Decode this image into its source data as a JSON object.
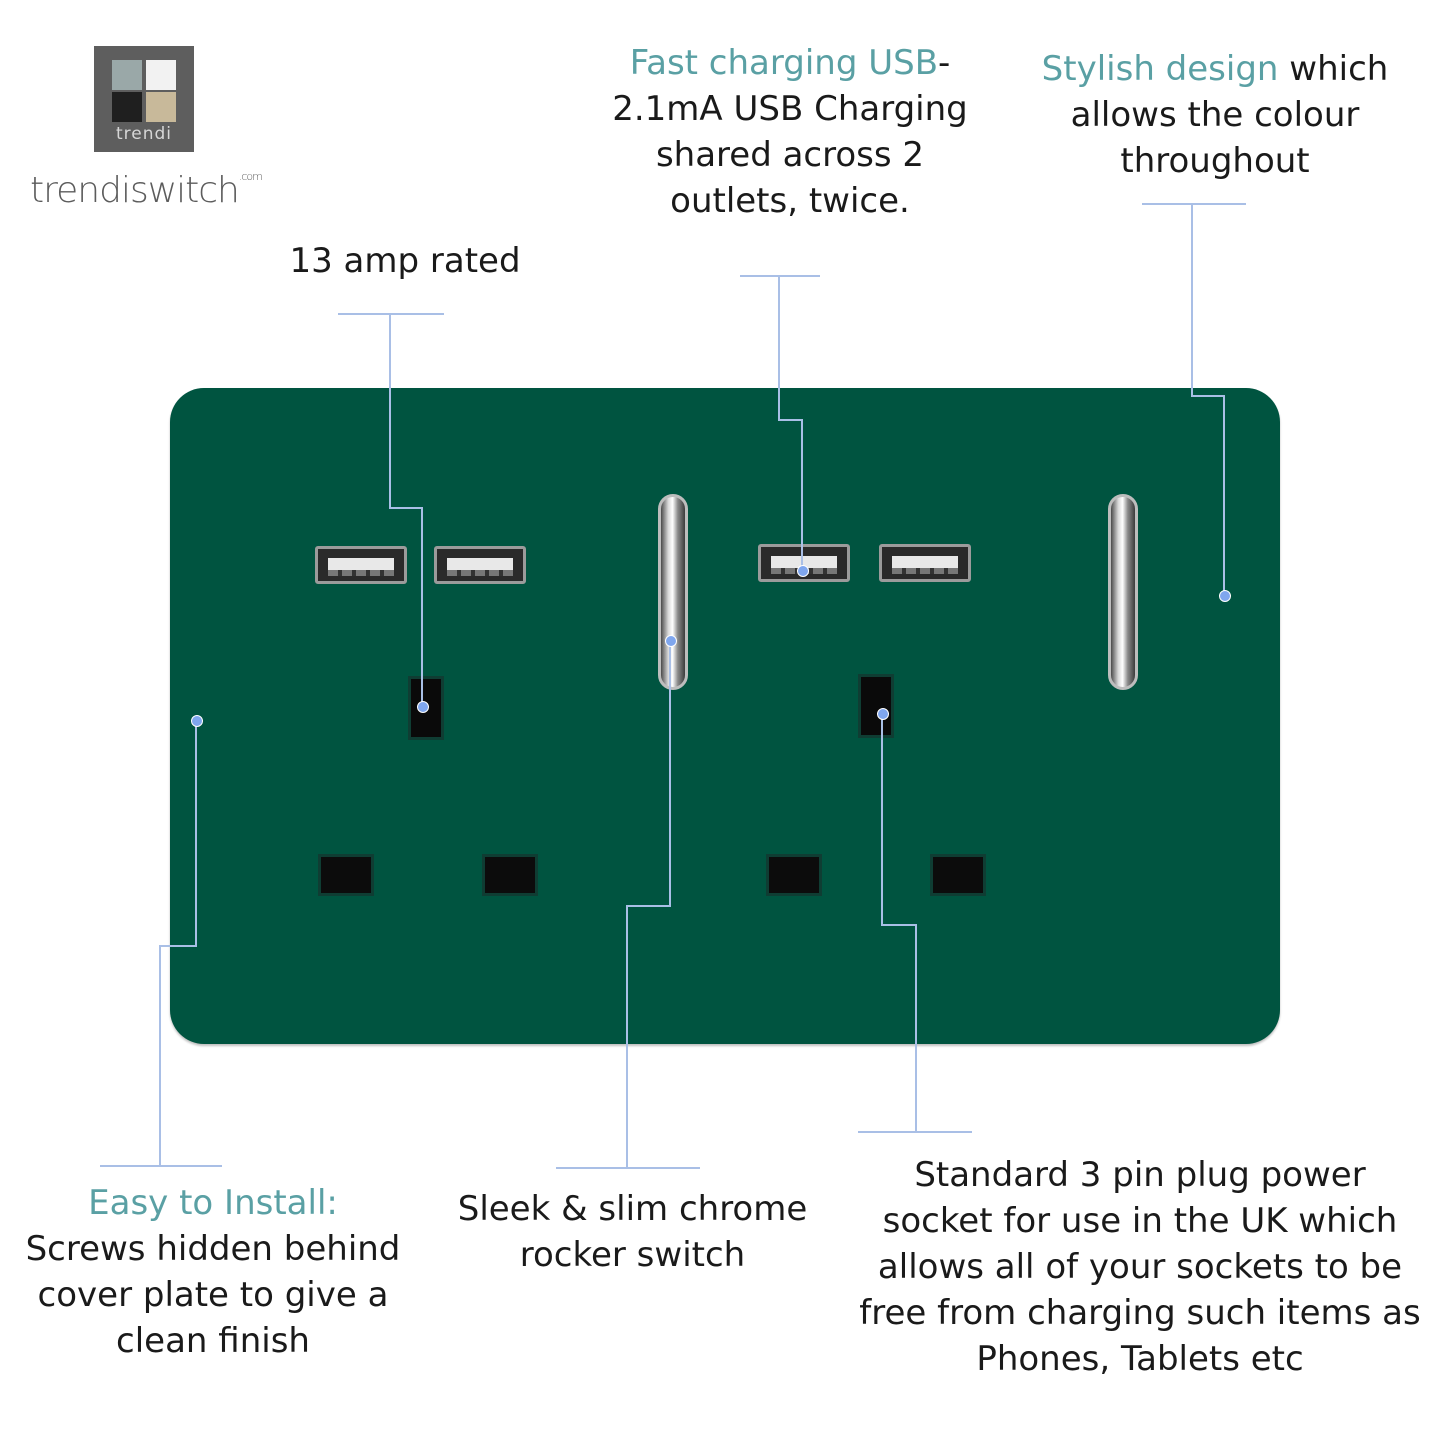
{
  "logo": {
    "small_text": "trendi",
    "brand_text": "trendiswitch",
    "brand_suffix": ".com",
    "tile_colors": [
      "#9aa8a8",
      "#f2f2f2",
      "#1f1f1f",
      "#c8b99a"
    ]
  },
  "annotations": {
    "amp": {
      "text": "13 amp rated"
    },
    "usb": {
      "highlight": "Fast charging USB",
      "rest": "- 2.1mA USB Charging shared across 2 outlets, twice."
    },
    "design": {
      "highlight": "Stylish design",
      "rest": " which allows the colour throughout"
    },
    "install": {
      "highlight": "Easy to Install:",
      "rest": "Screws hidden behind cover plate to give a clean finish"
    },
    "rocker": {
      "text": "Sleek & slim chrome rocker switch"
    },
    "socket": {
      "text": "Standard 3 pin plug power socket for use in the UK which allows all of your sockets to be free from charging such items as Phones, Tablets etc"
    }
  },
  "colors": {
    "plate": "#005440",
    "highlight_text": "#5aa0a4",
    "leader_line": "#a9bfe6",
    "dot": "#7fa6ee"
  },
  "icons": {
    "usb_port": "usb-port-icon",
    "rocker_switch": "rocker-switch-icon",
    "socket_holes": "socket-hole-icon"
  }
}
